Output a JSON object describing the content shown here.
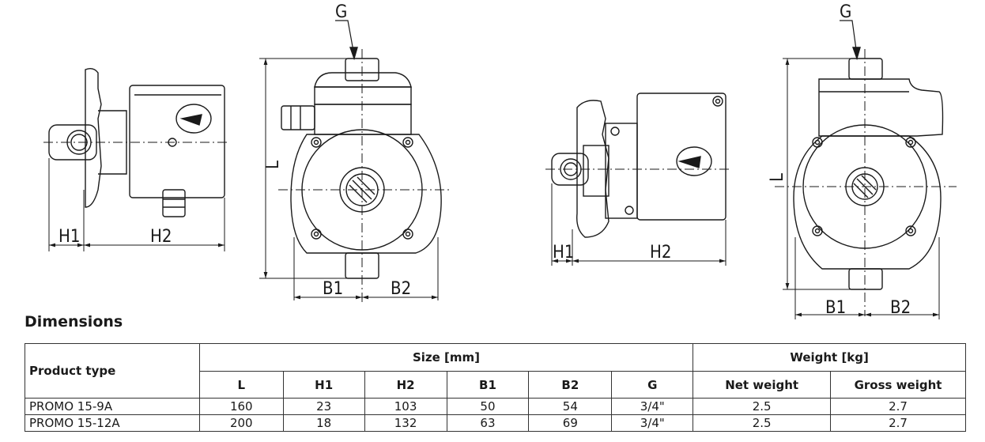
{
  "drawings": {
    "view1": {
      "labels": [
        "H1",
        "H2"
      ]
    },
    "view2": {
      "labels": [
        "G",
        "L",
        "B1",
        "B2"
      ]
    },
    "view3": {
      "labels": [
        "H1",
        "H2"
      ]
    },
    "view4": {
      "labels": [
        "G",
        "L",
        "B1",
        "B2"
      ]
    }
  },
  "section_title": "Dimensions",
  "table": {
    "product_type_header": "Product type",
    "size_header": "Size [mm]",
    "weight_header": "Weight [kg]",
    "columns": [
      "L",
      "H1",
      "H2",
      "B1",
      "B2",
      "G",
      "Net weight",
      "Gross weight"
    ],
    "rows": [
      {
        "name": "PROMO 15-9A",
        "values": [
          "160",
          "23",
          "103",
          "50",
          "54",
          "3/4\"",
          "2.5",
          "2.7"
        ]
      },
      {
        "name": "PROMO 15-12A",
        "values": [
          "200",
          "18",
          "132",
          "63",
          "69",
          "3/4\"",
          "2.5",
          "2.7"
        ]
      }
    ]
  }
}
